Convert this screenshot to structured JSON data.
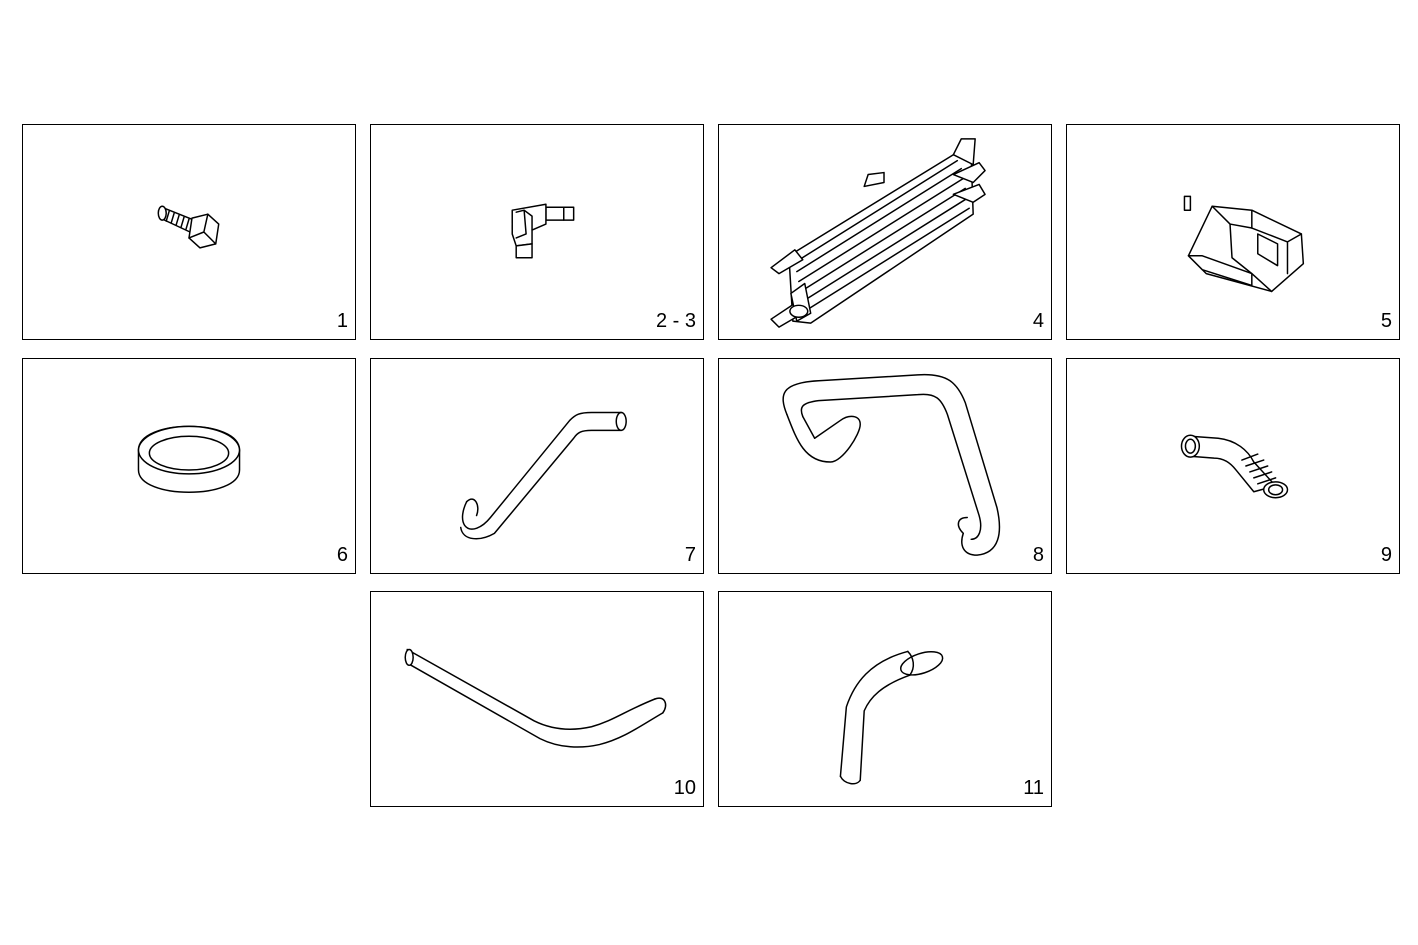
{
  "parts": [
    {
      "label": "1",
      "icon": "bolt-icon"
    },
    {
      "label": "2 - 3",
      "icon": "elbow-connector-icon"
    },
    {
      "label": "4",
      "icon": "radiator-cooler-icon"
    },
    {
      "label": "5",
      "icon": "engine-mount-icon"
    },
    {
      "label": "6",
      "icon": "seal-ring-icon"
    },
    {
      "label": "7",
      "icon": "hose-icon"
    },
    {
      "label": "8",
      "icon": "hose-icon"
    },
    {
      "label": "9",
      "icon": "corrugated-hose-icon"
    },
    {
      "label": "10",
      "icon": "hose-icon"
    },
    {
      "label": "11",
      "icon": "hose-icon"
    }
  ]
}
